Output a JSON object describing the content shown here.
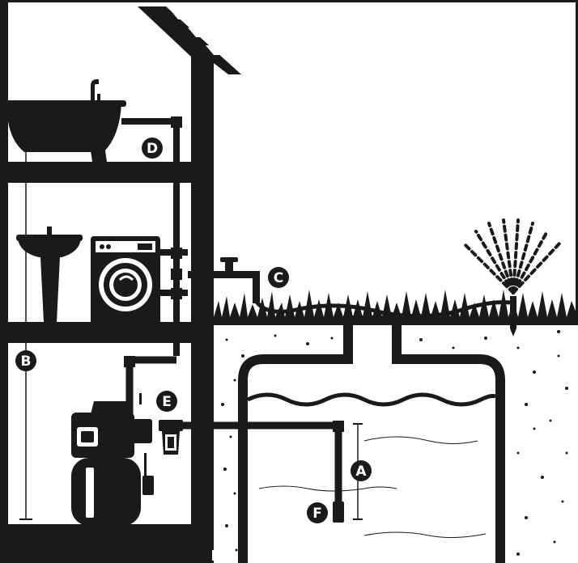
{
  "diagram": {
    "labels": {
      "a": "A",
      "b": "B",
      "c": "C",
      "d": "D",
      "e": "E",
      "f": "F"
    },
    "icons": [
      "house-cross-section",
      "bathtub",
      "washbasin",
      "washing-machine",
      "garden-tap",
      "lawn-sprinkler",
      "pump-unit",
      "water-filter",
      "rainwater-tank",
      "suction-pipe"
    ],
    "colors": {
      "ink": "#1a1a1a",
      "background": "#ffffff",
      "soil-speck": "#1a1a1a"
    }
  }
}
